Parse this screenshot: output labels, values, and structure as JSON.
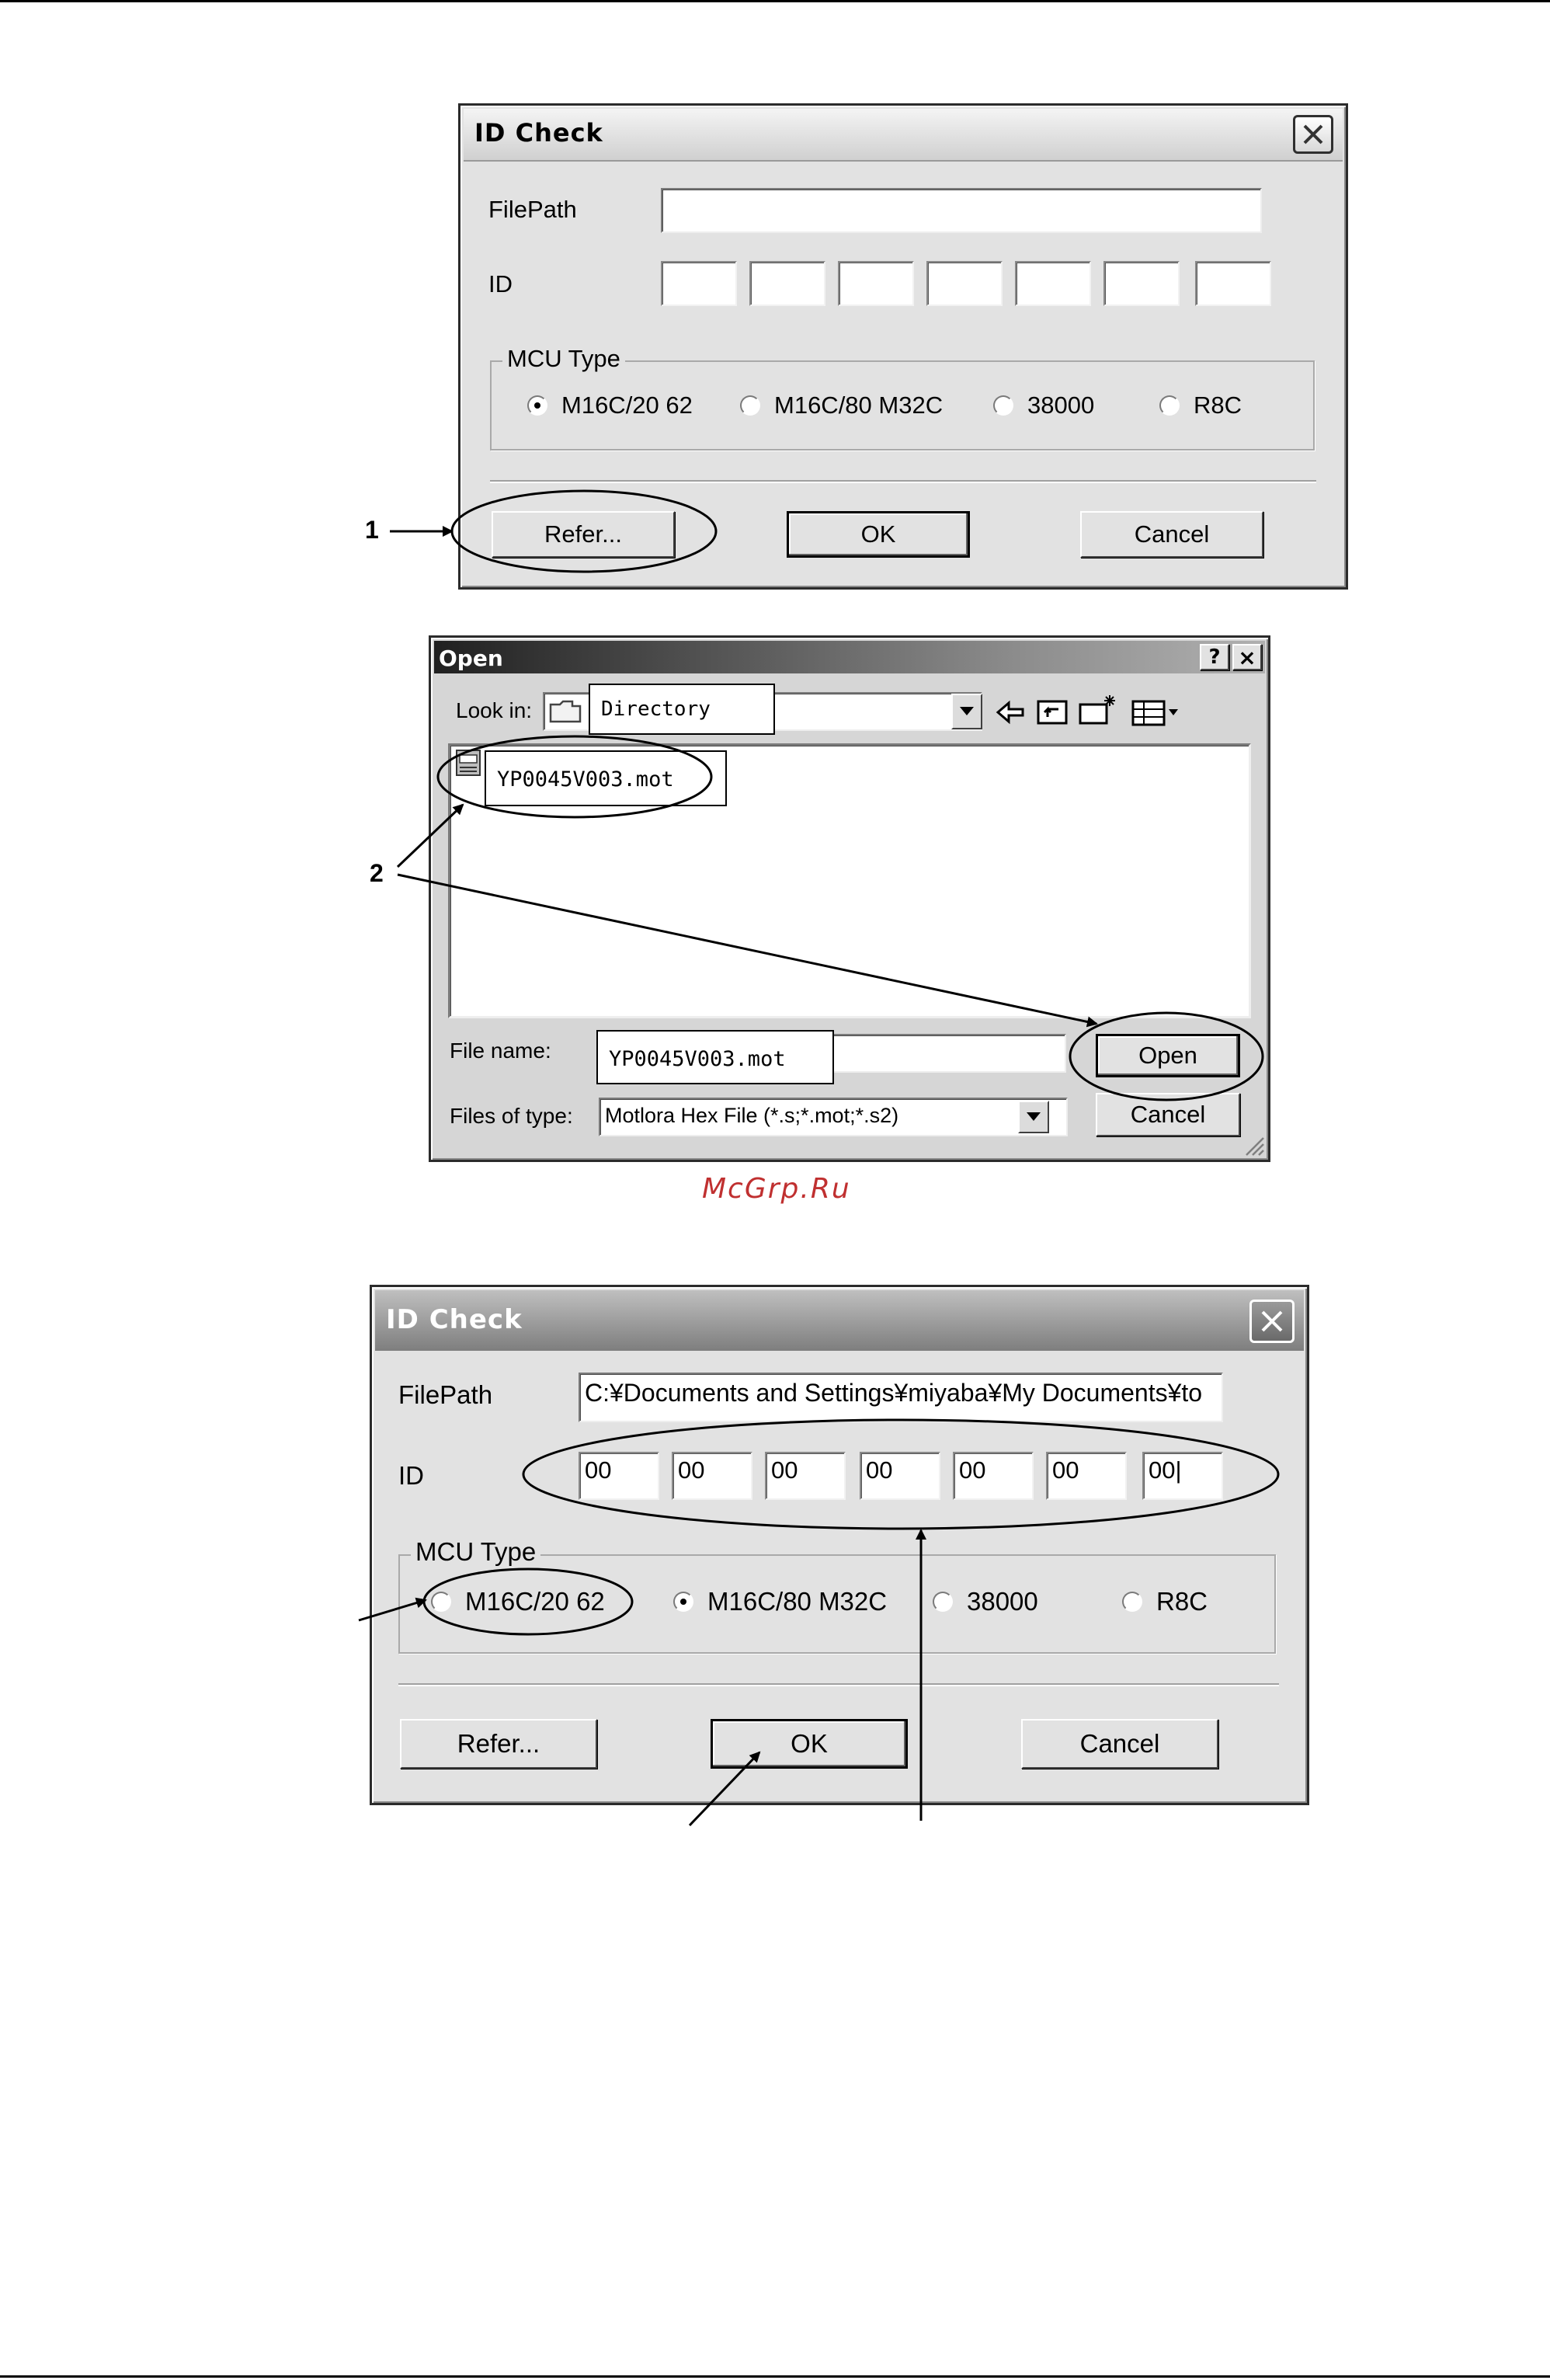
{
  "dialog1": {
    "title": "ID Check",
    "filepath_label": "FilePath",
    "filepath_value": "",
    "id_label": "ID",
    "id_values": [
      "",
      "",
      "",
      "",
      "",
      "",
      ""
    ],
    "mcu_group_label": "MCU Type",
    "mcu_options": [
      "M16C/20 62",
      "M16C/80  M32C",
      "38000",
      "R8C"
    ],
    "mcu_selected": 0,
    "refer_label": "Refer...",
    "ok_label": "OK",
    "cancel_label": "Cancel"
  },
  "open_dialog": {
    "title": "Open",
    "help_glyph": "?",
    "close_glyph": "×",
    "look_in_label": "Look in:",
    "directory_callout": "Directory",
    "file_item": "YP0045V003.mot",
    "file_name_label": "File name:",
    "file_name_value": "YP0045V003.mot",
    "files_of_type_label": "Files of type:",
    "files_of_type_value": "Motlora Hex File (*.s;*.mot;*.s2)",
    "open_label": "Open",
    "cancel_label": "Cancel"
  },
  "watermark": "McGrp.Ru",
  "dialog2": {
    "title": "ID Check",
    "filepath_label": "FilePath",
    "filepath_value": "C:¥Documents and Settings¥miyaba¥My Documents¥to",
    "id_label": "ID",
    "id_values": [
      "00",
      "00",
      "00",
      "00",
      "00",
      "00",
      "00|"
    ],
    "mcu_group_label": "MCU Type",
    "mcu_options": [
      "M16C/20 62",
      "M16C/80  M32C",
      "38000",
      "R8C"
    ],
    "mcu_selected": 1,
    "refer_label": "Refer...",
    "ok_label": "OK",
    "cancel_label": "Cancel"
  },
  "callouts": {
    "one": "1",
    "two": "2"
  }
}
